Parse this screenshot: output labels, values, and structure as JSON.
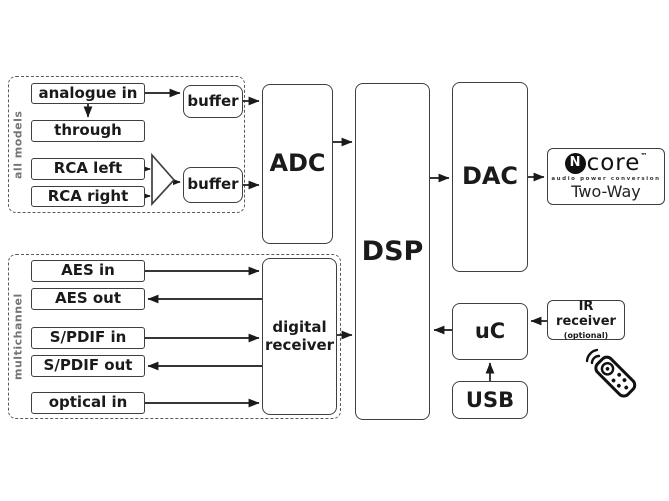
{
  "diagram": {
    "groups": {
      "all_models": {
        "label": "all models"
      },
      "multichannel": {
        "label": "multichannel"
      }
    },
    "blocks": {
      "analogue_in": "analogue in",
      "through": "through",
      "rca_left": "RCA left",
      "rca_right": "RCA right",
      "buffer_top": "buffer",
      "buffer_bottom": "buffer",
      "adc": "ADC",
      "dsp": "DSP",
      "dac": "DAC",
      "digital_receiver": "digital receiver",
      "aes_in": "AES in",
      "aes_out": "AES out",
      "spdif_in": "S/PDIF in",
      "spdif_out": "S/PDIF out",
      "optical_in": "optical in",
      "uc": "uC",
      "usb": "USB",
      "ir_receiver": "IR receiver",
      "ir_optional": "(optional)"
    },
    "ncore": {
      "n": "N",
      "name": "core",
      "tm": "™",
      "tagline": "audio power conversion",
      "model": "Two-Way"
    },
    "icons": {
      "remote": "remote-control-icon",
      "summing_amp": "summing-triangle-icon"
    },
    "colors": {
      "stroke": "#1a1a1a",
      "box_border": "#3f3f3f",
      "group_border": "#5a5a5a",
      "group_label": "#757575",
      "background": "#ffffff"
    }
  }
}
